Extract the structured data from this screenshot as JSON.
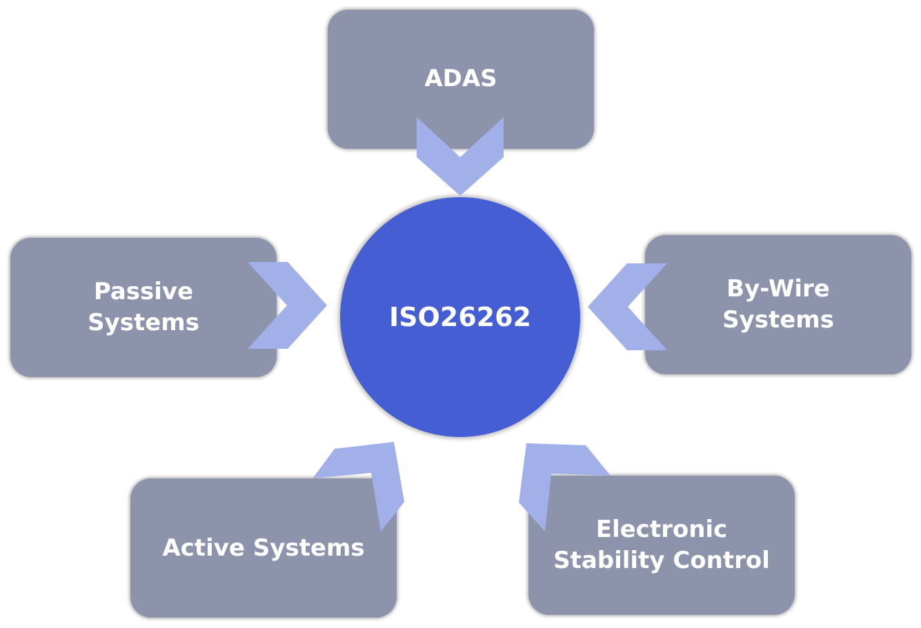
{
  "diagram": {
    "center": {
      "label": "ISO26262",
      "color": "#455ed3"
    },
    "nodes": [
      {
        "id": "adas",
        "label": "ADAS"
      },
      {
        "id": "passive",
        "label": "Passive\nSystems"
      },
      {
        "id": "bywire",
        "label": "By-Wire\nSystems"
      },
      {
        "id": "active",
        "label": "Active Systems"
      },
      {
        "id": "esc",
        "label": "Electronic\nStability Control"
      }
    ],
    "node_color": "#8d93ab",
    "arrow_color": "#a2b0e9",
    "edges": [
      {
        "from": "adas",
        "to": "center"
      },
      {
        "from": "passive",
        "to": "center"
      },
      {
        "from": "bywire",
        "to": "center"
      },
      {
        "from": "active",
        "to": "center"
      },
      {
        "from": "esc",
        "to": "center"
      }
    ]
  }
}
